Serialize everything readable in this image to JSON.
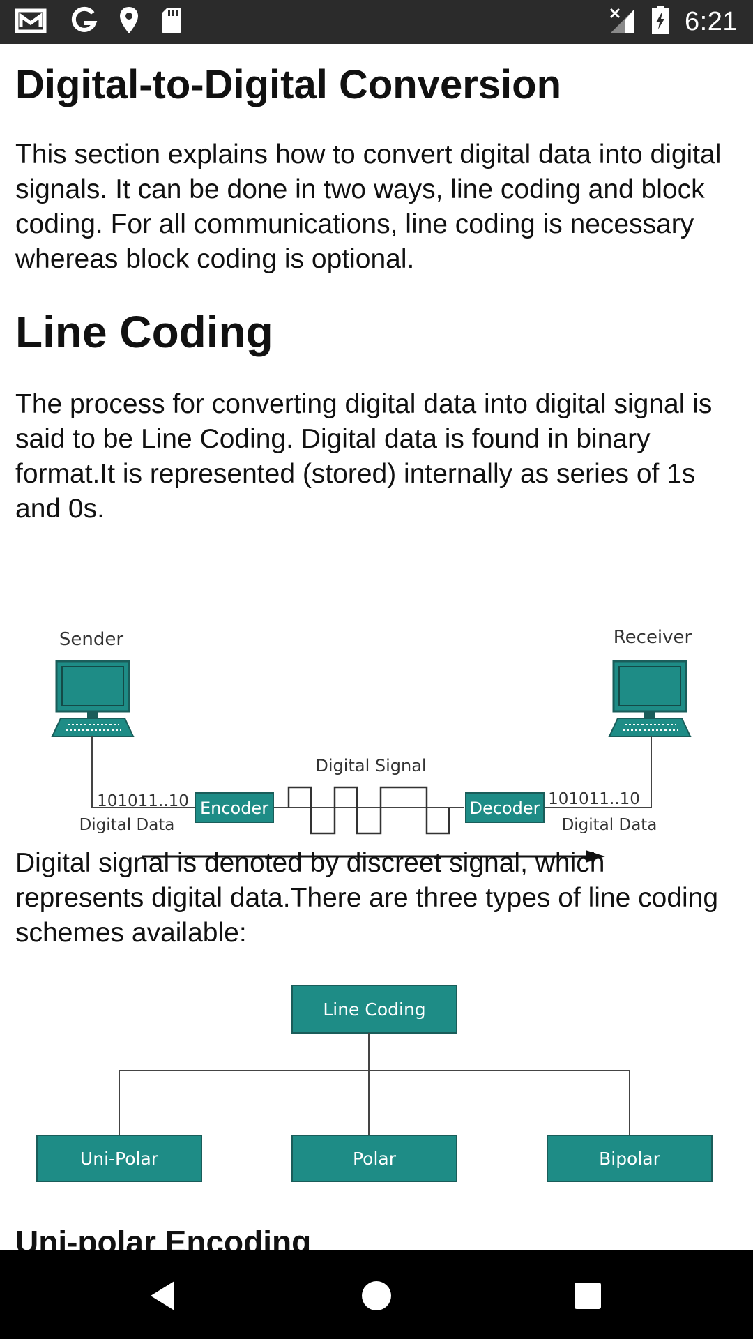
{
  "status_bar": {
    "time": "6:21",
    "left_icons": [
      "gmail-icon",
      "google-icon",
      "location-icon",
      "sd-card-icon"
    ],
    "right_icons": [
      "no-signal-icon",
      "battery-charging-icon"
    ]
  },
  "article": {
    "title": "Digital-to-Digital Conversion",
    "intro": "This section explains how to convert digital data into digital signals. It can be done in two ways, line coding and block coding. For all communications, line coding is necessary whereas block coding is optional.",
    "section_heading": "Line Coding",
    "section_text": "The process for converting digital data into digital signal is said to be Line Coding. Digital data is found in binary format.It is represented (stored) internally as series of 1s and 0s.",
    "figure1": {
      "sender_label": "Sender",
      "receiver_label": "Receiver",
      "signal_label": "Digital Signal",
      "encoder_label": "Encoder",
      "decoder_label": "Decoder",
      "data_bits_left": "101011..10",
      "data_bits_right": "101011..10",
      "data_label_left": "Digital Data",
      "data_label_right": "Digital Data"
    },
    "types_text": "Digital signal is denoted by discreet signal, which represents digital data.There are three types of line coding schemes available:",
    "figure2": {
      "root_label": "Line Coding",
      "child_labels": [
        "Uni-Polar",
        "Polar",
        "Bipolar"
      ]
    },
    "next_heading": "Uni-polar Encoding"
  },
  "nav_bar": {
    "buttons": [
      "back-icon",
      "home-icon",
      "recents-icon"
    ]
  },
  "colors": {
    "teal": "#1e8c86",
    "status_bg": "#2b2b2b",
    "nav_bg": "#000000"
  }
}
